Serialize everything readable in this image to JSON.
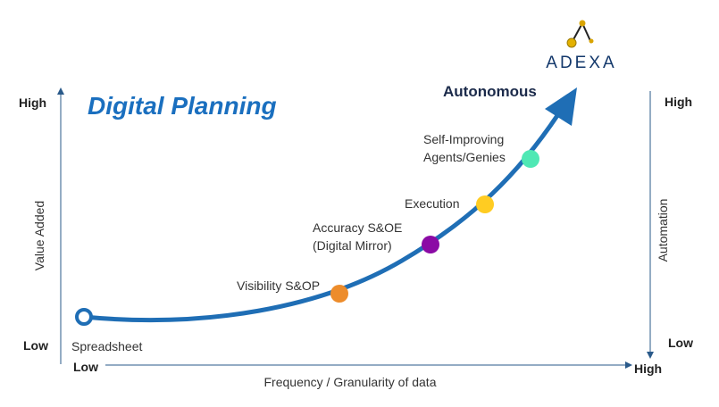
{
  "title": "Digital Planning",
  "logo_text": "ADEXA",
  "apex_label": "Autonomous",
  "left_axis": {
    "label": "Value Added",
    "high": "High",
    "low": "Low"
  },
  "right_axis": {
    "label": "Automation",
    "high": "High",
    "low": "Low"
  },
  "bottom_axis": {
    "label": "Frequency / Granularity of data",
    "low": "Low",
    "high": "High"
  },
  "stages": [
    {
      "label": "Spreadsheet",
      "color": "#ffffff"
    },
    {
      "label": "Visibility S&OP",
      "color": "#ED8C2B"
    },
    {
      "label_line1": "Accuracy S&OE",
      "label_line2": "(Digital Mirror)",
      "color": "#8B0AA5"
    },
    {
      "label": "Execution",
      "color": "#FFCC22"
    },
    {
      "label_line1": "Self-Improving",
      "label_line2": "Agents/Genies",
      "color": "#4FE8B4"
    }
  ],
  "colors": {
    "curve": "#1F6EB5",
    "title": "#1A6FBF",
    "axis": "#2A5A8A"
  }
}
